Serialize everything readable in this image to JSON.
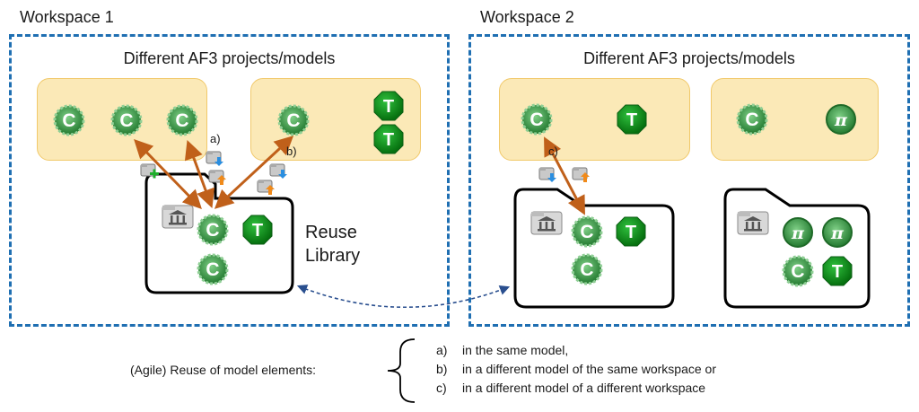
{
  "workspaces": [
    {
      "title": "Workspace 1",
      "subtitle": "Different AF3 projects/models"
    },
    {
      "title": "Workspace 2",
      "subtitle": "Different AF3 projects/models"
    }
  ],
  "library_label_line1": "Reuse",
  "library_label_line2": "Library",
  "arrow_labels": {
    "a": "a)",
    "b": "b)",
    "c": "c)"
  },
  "legend": {
    "intro": "(Agile) Reuse of model elements:",
    "items": [
      {
        "key": "a)",
        "text": "in the same model,"
      },
      {
        "key": "b)",
        "text": "in a different model of the same workspace or"
      },
      {
        "key": "c)",
        "text": "in a different model of a different workspace"
      }
    ]
  },
  "icons": {
    "component": "C",
    "type": "T",
    "pi": "π"
  },
  "colors": {
    "workspace_border": "#1f6fb2",
    "project_fill": "#fbe9b7",
    "arrow": "#c0601a",
    "component_icon": "#2e8b3a",
    "type_icon": "#0b8a1c"
  }
}
